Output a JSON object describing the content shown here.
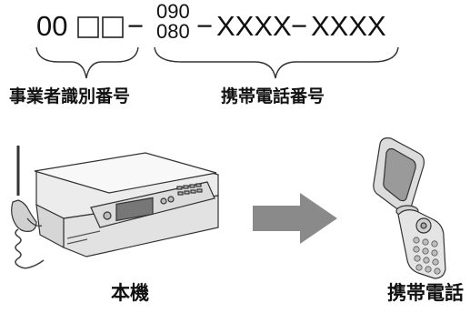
{
  "number_format": {
    "prefix": "00",
    "dash1": "−",
    "upper_code": "090",
    "lower_code": "080",
    "dash2": "−",
    "group1": "XXXX",
    "dash3": "−",
    "group2": "XXXX"
  },
  "labels": {
    "carrier_id": "事業者識別番号",
    "mobile_number": "携帯電話番号",
    "main_unit": "本機",
    "mobile_phone": "携帯電話"
  },
  "icons": [
    "fax-machine-icon",
    "right-arrow-icon",
    "flip-phone-icon"
  ],
  "colors": {
    "arrow": "#8a8a8a",
    "line": "#333333"
  }
}
